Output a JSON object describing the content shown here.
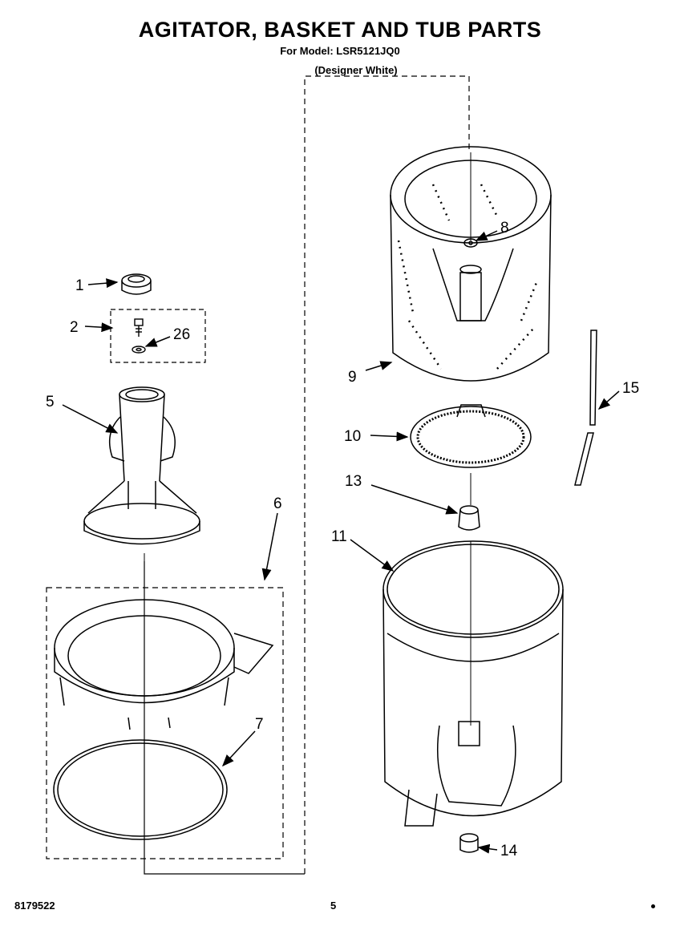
{
  "title": "AGITATOR, BASKET AND TUB PARTS",
  "model_line": "For Model: LSR5121JQ0",
  "color_line": "(Designer White)",
  "doc_number": "8179522",
  "page_number": "5",
  "callouts": {
    "c1": "1",
    "c2": "2",
    "c26": "26",
    "c5": "5",
    "c6": "6",
    "c7": "7",
    "c8": "8",
    "c9": "9",
    "c10": "10",
    "c11": "11",
    "c13": "13",
    "c14": "14",
    "c15": "15"
  }
}
